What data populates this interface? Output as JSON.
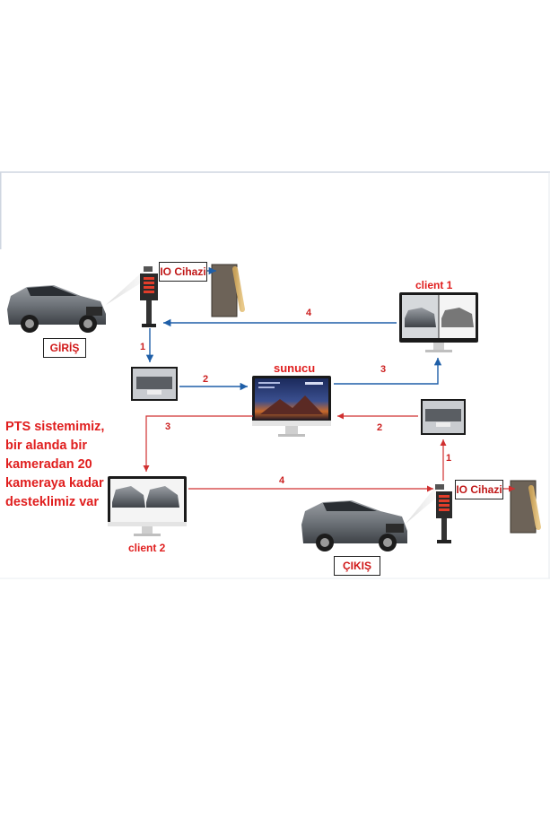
{
  "labels": {
    "entry": "GİRİŞ",
    "exit": "ÇIKIŞ",
    "io_device_entry": "IO Cihazi",
    "io_device_exit": "IO Cihazi",
    "server": "sunucu",
    "client1": "client 1",
    "client2": "client 2"
  },
  "steps": {
    "entry_down": "1",
    "entry_to_server": "2",
    "server_to_client1": "3",
    "client1_to_io": "4",
    "exit_up": "1",
    "exit_to_server": "2",
    "server_to_client2": "3",
    "client2_to_io": "4"
  },
  "note": "PTS sistemimiz,\nbir alanda bir\nkameradan 20\nkameraya kadar\ndesteklimiz var",
  "colors": {
    "entry_flow": "#1f5fa8",
    "exit_flow": "#d03030",
    "label_red": "#e01e1e"
  }
}
